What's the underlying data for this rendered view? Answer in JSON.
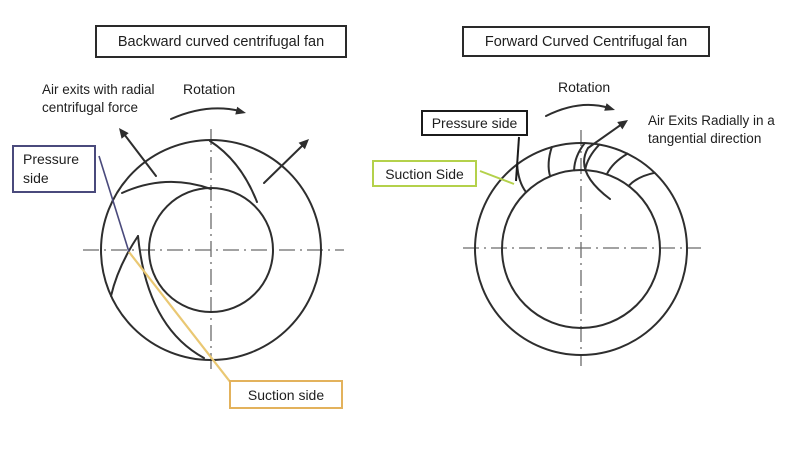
{
  "left": {
    "title": "Backward curved centrifugal fan",
    "air_exit_line1": "Air exits with radial",
    "air_exit_line2": "centrifugal force",
    "rotation": "Rotation",
    "pressure_line1": "Pressure",
    "pressure_line2": "side",
    "suction": "Suction side"
  },
  "right": {
    "title": "Forward Curved Centrifugal fan",
    "rotation": "Rotation",
    "pressure": "Pressure side",
    "suction": "Suction Side",
    "air_exit_line1": "Air Exits Radially in a",
    "air_exit_line2": "tangential direction"
  },
  "colors": {
    "line": "#2e2e2e",
    "centerline": "#6b6b6b",
    "title_border": "#2a2a2a",
    "left_pressure_border": "#4a4a7c",
    "left_pressure_leader": "#4a4a7c",
    "left_suction_border": "#e3b25c",
    "left_suction_leader": "#eac873",
    "right_pressure_border": "#1b1b1b",
    "right_pressure_leader": "#1b1b1b",
    "right_suction_border": "#b4d14b",
    "right_suction_leader": "#b4d14b"
  }
}
